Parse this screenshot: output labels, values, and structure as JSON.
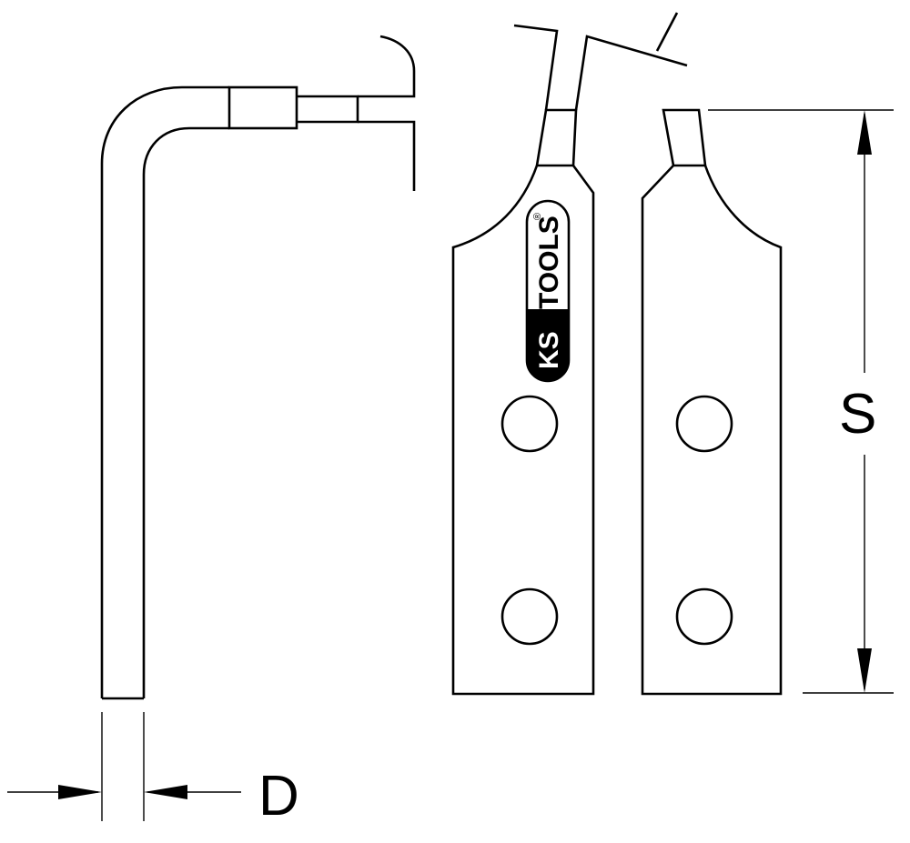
{
  "labels": {
    "diameter": "D",
    "length": "S"
  },
  "logo": {
    "brand": "KSTOOLS",
    "registered": "®"
  },
  "colors": {
    "stroke": "#000000",
    "background": "#ffffff"
  }
}
